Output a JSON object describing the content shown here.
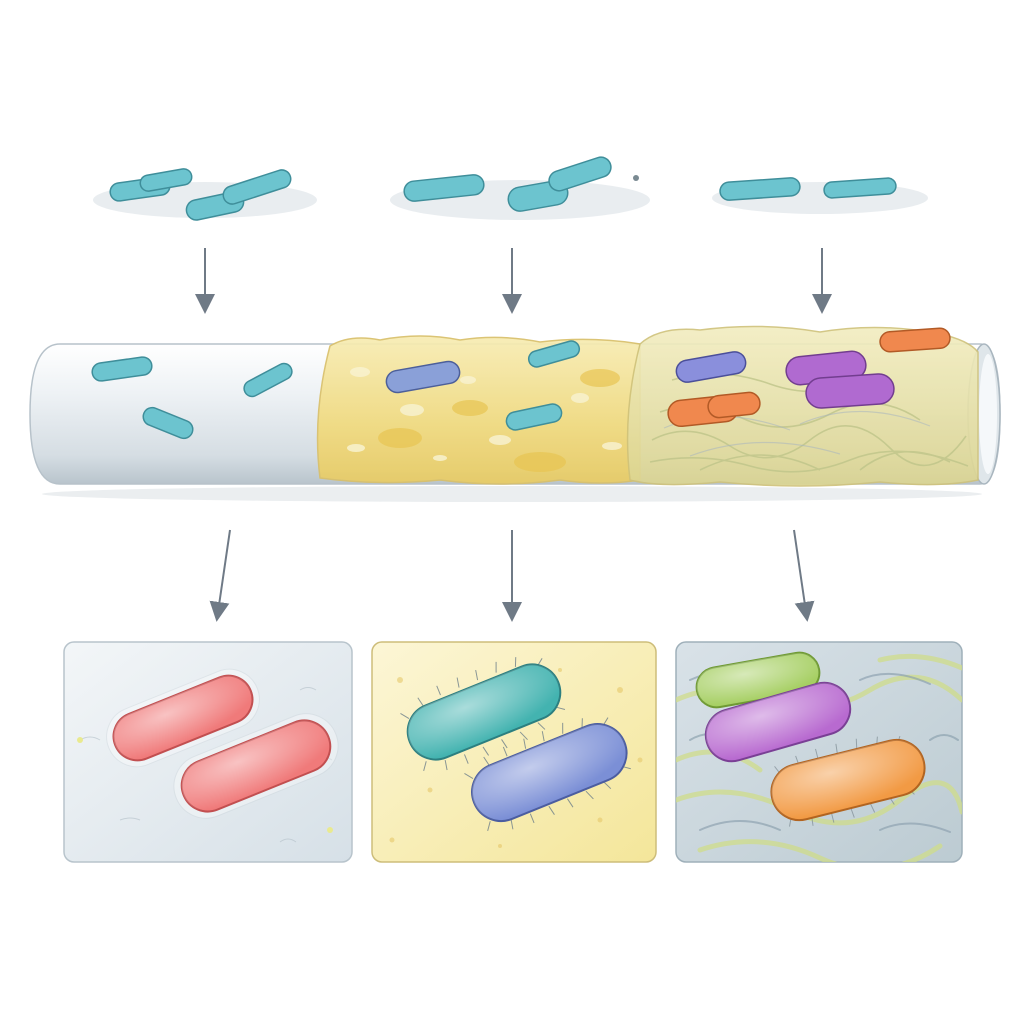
{
  "diagram": {
    "stages": [
      {
        "id": "stage-1",
        "panel_colors": [
          "#eef3f6",
          "#dde6ec"
        ],
        "bacteria_colors": [
          "#f07a7a",
          "#f07a7a"
        ]
      },
      {
        "id": "stage-2",
        "panel_colors": [
          "#fbf3c9",
          "#f6e79c"
        ],
        "bacteria_colors": [
          "#43b3b0",
          "#7b8fd6"
        ]
      },
      {
        "id": "stage-3",
        "panel_colors": [
          "#cfd9e0",
          "#b9c9cf"
        ],
        "bacteria_colors": [
          "#a6cf63",
          "#b86ad0",
          "#f29a44"
        ]
      }
    ],
    "colors": {
      "free_bacteria": "#6cc4cf",
      "pipe": "#e9eef2",
      "conditioning_film": "#f3df8a",
      "mature_biofilm": "#e9e6a8",
      "arrows": "#6f7a86"
    }
  }
}
